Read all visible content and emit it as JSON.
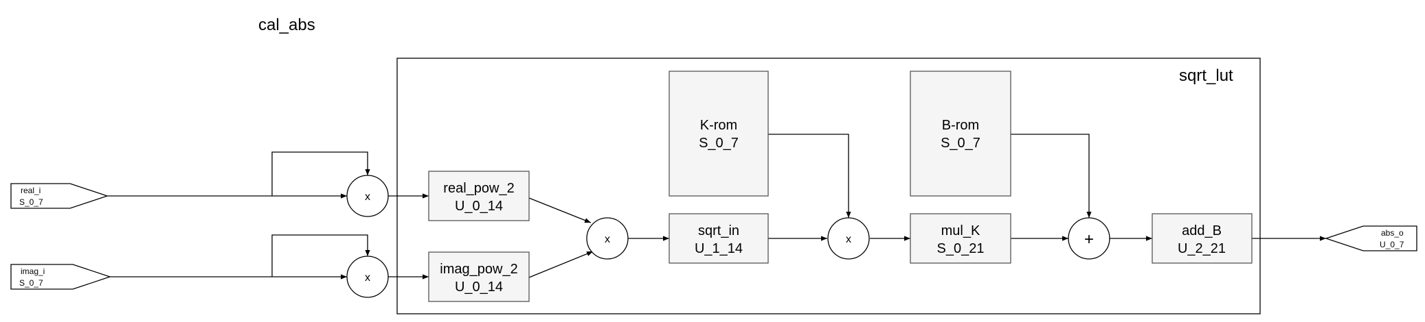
{
  "title": "cal_abs",
  "container": {
    "label": "sqrt_lut"
  },
  "inputs": {
    "real": {
      "name": "real_i",
      "type": "S_0_7"
    },
    "imag": {
      "name": "imag_i",
      "type": "S_0_7"
    }
  },
  "output": {
    "name": "abs_o",
    "type": "U_0_7"
  },
  "operators": {
    "mul_real": "x",
    "mul_imag": "x",
    "add_pow": "x",
    "mul_k": "x",
    "add_b": "+"
  },
  "blocks": {
    "real_pow_2": {
      "name": "real_pow_2",
      "type": "U_0_14"
    },
    "imag_pow_2": {
      "name": "imag_pow_2",
      "type": "U_0_14"
    },
    "sqrt_in": {
      "name": "sqrt_in",
      "type": "U_1_14"
    },
    "k_rom": {
      "name": "K-rom",
      "type": "S_0_7"
    },
    "b_rom": {
      "name": "B-rom",
      "type": "S_0_7"
    },
    "mul_K": {
      "name": "mul_K",
      "type": "S_0_21"
    },
    "add_B": {
      "name": "add_B",
      "type": "U_2_21"
    }
  }
}
